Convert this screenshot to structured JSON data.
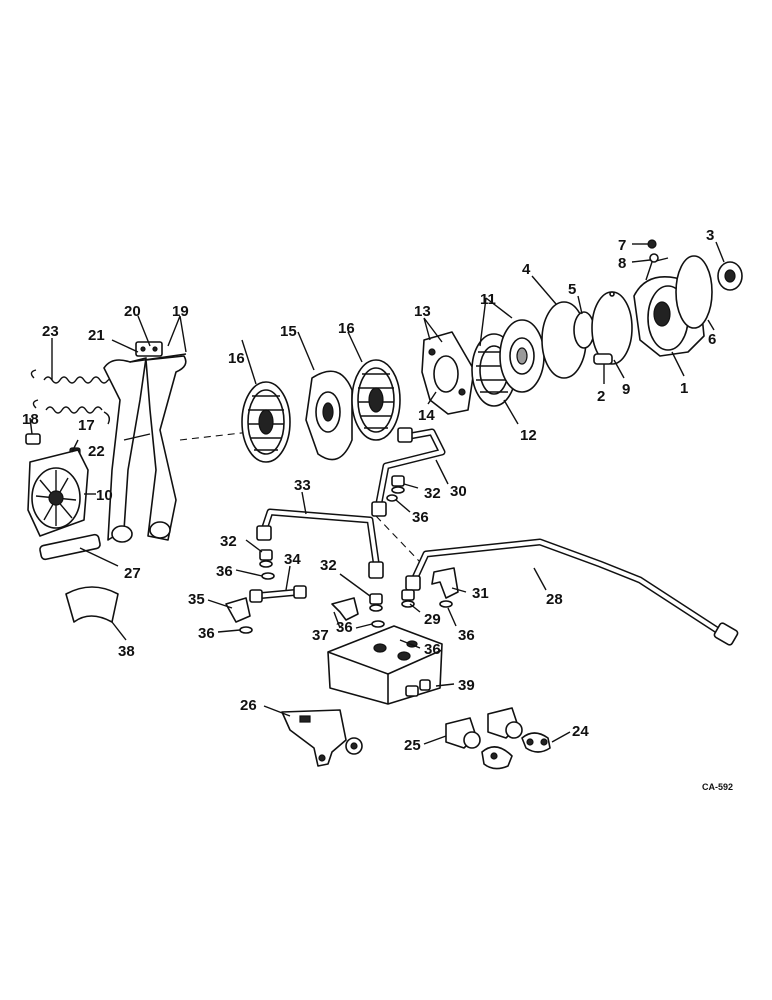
{
  "diagram": {
    "reference_code": "CA-592",
    "callouts": [
      {
        "id": "c1",
        "text": "1"
      },
      {
        "id": "c2",
        "text": "2"
      },
      {
        "id": "c3",
        "text": "3"
      },
      {
        "id": "c4",
        "text": "4"
      },
      {
        "id": "c5",
        "text": "5"
      },
      {
        "id": "c6",
        "text": "6"
      },
      {
        "id": "c7",
        "text": "7"
      },
      {
        "id": "c8",
        "text": "8"
      },
      {
        "id": "c9",
        "text": "9"
      },
      {
        "id": "c10",
        "text": "10"
      },
      {
        "id": "c11",
        "text": "11"
      },
      {
        "id": "c12",
        "text": "12"
      },
      {
        "id": "c13",
        "text": "13"
      },
      {
        "id": "c14",
        "text": "14"
      },
      {
        "id": "c15",
        "text": "15"
      },
      {
        "id": "c16a",
        "text": "16"
      },
      {
        "id": "c16b",
        "text": "16"
      },
      {
        "id": "c17",
        "text": "17"
      },
      {
        "id": "c18",
        "text": "18"
      },
      {
        "id": "c19",
        "text": "19"
      },
      {
        "id": "c20",
        "text": "20"
      },
      {
        "id": "c21",
        "text": "21"
      },
      {
        "id": "c22",
        "text": "22"
      },
      {
        "id": "c23",
        "text": "23"
      },
      {
        "id": "c24",
        "text": "24"
      },
      {
        "id": "c25",
        "text": "25"
      },
      {
        "id": "c26",
        "text": "26"
      },
      {
        "id": "c27",
        "text": "27"
      },
      {
        "id": "c28",
        "text": "28"
      },
      {
        "id": "c29",
        "text": "29"
      },
      {
        "id": "c30",
        "text": "30"
      },
      {
        "id": "c31",
        "text": "31"
      },
      {
        "id": "c32a",
        "text": "32"
      },
      {
        "id": "c32b",
        "text": "32"
      },
      {
        "id": "c32c",
        "text": "32"
      },
      {
        "id": "c33",
        "text": "33"
      },
      {
        "id": "c34",
        "text": "34"
      },
      {
        "id": "c35",
        "text": "35"
      },
      {
        "id": "c36a",
        "text": "36"
      },
      {
        "id": "c36b",
        "text": "36"
      },
      {
        "id": "c36c",
        "text": "36"
      },
      {
        "id": "c36d",
        "text": "36"
      },
      {
        "id": "c36e",
        "text": "36"
      },
      {
        "id": "c36f",
        "text": "36"
      },
      {
        "id": "c37",
        "text": "37"
      },
      {
        "id": "c38",
        "text": "38"
      },
      {
        "id": "c39",
        "text": "39"
      }
    ]
  }
}
